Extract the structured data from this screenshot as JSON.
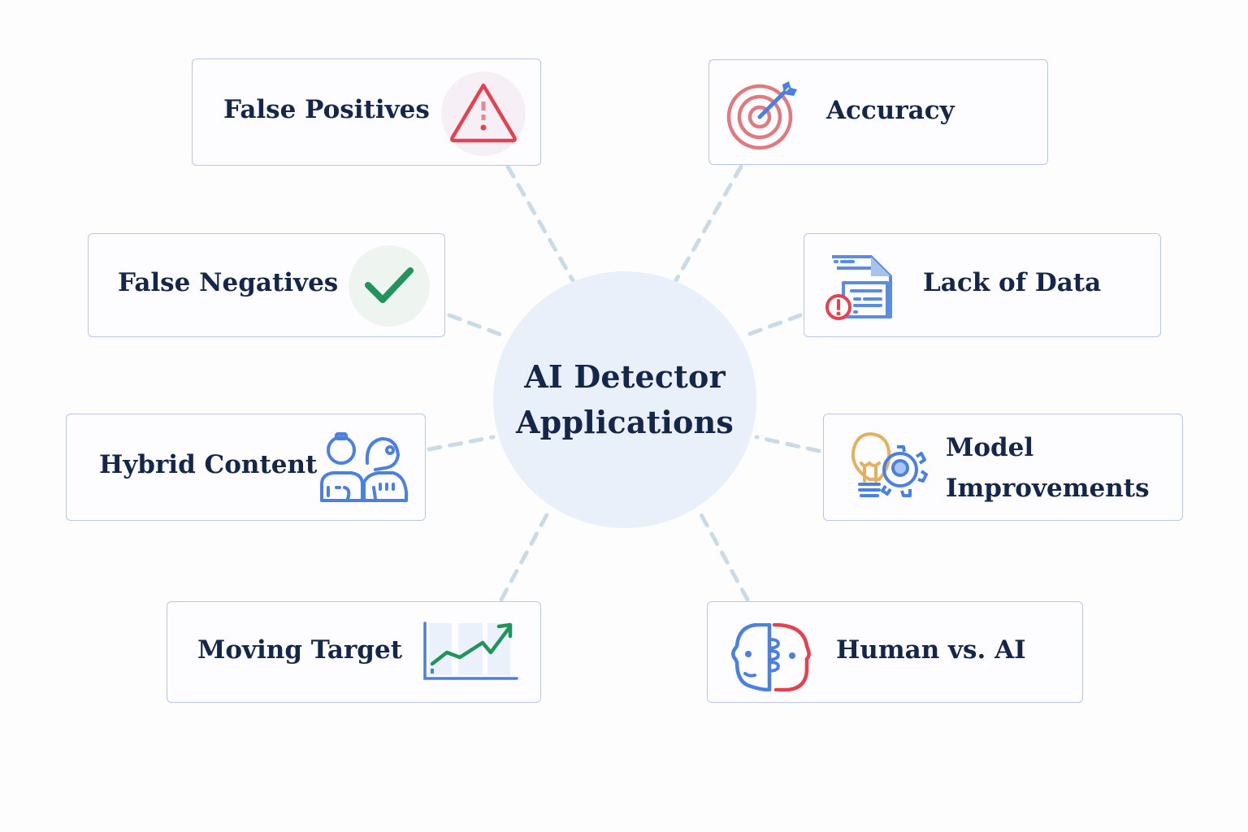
{
  "diagram": {
    "type": "hub-and-spoke",
    "center": {
      "line1": "AI Detector",
      "line2": "Applications",
      "fill": "#e9f0fa"
    },
    "nodes": [
      {
        "id": "false-positives",
        "label": "False Positives",
        "icon": "warning-triangle-icon",
        "icon_color": "#e5414f",
        "side": "left"
      },
      {
        "id": "false-negatives",
        "label": "False Negatives",
        "icon": "checkmark-icon",
        "icon_color": "#22935a",
        "side": "left"
      },
      {
        "id": "hybrid-content",
        "label": "Hybrid Content",
        "icon": "people-icon",
        "icon_color": "#4a80e0",
        "side": "left"
      },
      {
        "id": "moving-target",
        "label": "Moving Target",
        "icon": "trend-chart-icon",
        "icon_color": "#22935a",
        "side": "left"
      },
      {
        "id": "accuracy",
        "label": "Accuracy",
        "icon": "target-arrow-icon",
        "icon_color": "#e07a7e",
        "side": "right"
      },
      {
        "id": "lack-of-data",
        "label": "Lack of Data",
        "icon": "document-alert-icon",
        "icon_color": "#5a8de0",
        "side": "right"
      },
      {
        "id": "model-improvements",
        "label_line1": "Model",
        "label_line2": "Improvements",
        "icon": "lightbulb-gear-icon",
        "icon_color": "#e3b15d",
        "side": "right"
      },
      {
        "id": "human-vs-ai",
        "label": "Human vs. AI",
        "icon": "human-ai-face-icon",
        "icon_color": "#e5414f",
        "side": "right"
      }
    ],
    "colors": {
      "text": "#14264a",
      "card_border": "#b5c8e6",
      "connector": "#c9dbe6"
    }
  }
}
